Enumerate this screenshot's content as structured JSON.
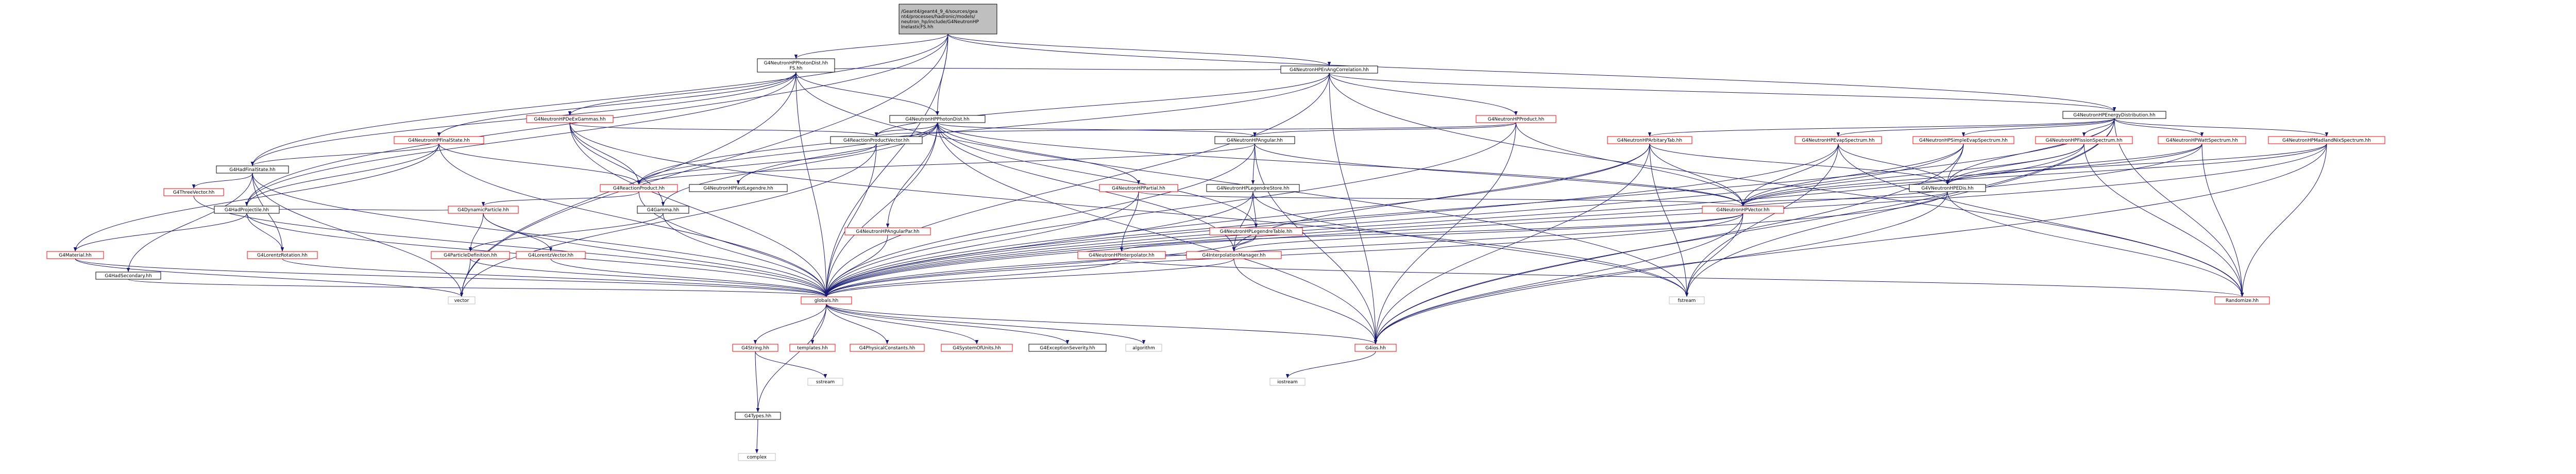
{
  "colors": {
    "edge": "#191970",
    "root_fill": "#bfbfbf",
    "doc_stroke": "#ff0000",
    "nodoc_stroke": "#000000",
    "text": "#000000",
    "system_text": "#000000",
    "system_stroke": "#bfbfbf"
  },
  "nodes": [
    {
      "id": "root",
      "kind": "root",
      "lines": [
        "/Geant4/geant4_9_4/sources/geant4/processes/hadronic/models/neutron_hp/include/G4NeutronHPInelasticFS.hh"
      ]
    },
    {
      "id": "photonuclear",
      "kind": "plain",
      "lines": [
        "G4NeutronHPPhotonDist.hh",
        "FS.hh"
      ]
    },
    {
      "id": "energyangular",
      "kind": "plain",
      "lines": [
        "G4NeutronHPEnAngCorrelation.hh"
      ]
    },
    {
      "id": "energydist",
      "kind": "plain",
      "lines": [
        "G4NeutronHPEnergyDistribution.hh"
      ]
    },
    {
      "id": "dexgamma",
      "kind": "doc",
      "lines": [
        "G4NeutronHPDeExGammas.hh"
      ]
    },
    {
      "id": "photondist",
      "kind": "plain",
      "lines": [
        "G4NeutronHPPhotonDist.hh"
      ]
    },
    {
      "id": "hpproduct",
      "kind": "doc",
      "lines": [
        "G4NeutronHPProduct.hh"
      ]
    },
    {
      "id": "finalstate",
      "kind": "doc",
      "lines": [
        "G4NeutronHPFinalState.hh"
      ]
    },
    {
      "id": "hadfinal",
      "kind": "plain",
      "lines": [
        "G4HadFinalState.hh"
      ]
    },
    {
      "id": "reactionvec",
      "kind": "plain",
      "lines": [
        "G4ReactionProductVector.hh"
      ]
    },
    {
      "id": "angular",
      "kind": "plain",
      "lines": [
        "G4NeutronHPAngular.hh"
      ]
    },
    {
      "id": "arbitab",
      "kind": "doc",
      "lines": [
        "G4NeutronHPArbitaryTab.hh"
      ]
    },
    {
      "id": "evapspec",
      "kind": "doc",
      "lines": [
        "G4NeutronHPEvapSpectrum.hh"
      ]
    },
    {
      "id": "simpleevap",
      "kind": "doc",
      "lines": [
        "G4NeutronHPSimpleEvapSpectrum.hh"
      ]
    },
    {
      "id": "fission",
      "kind": "doc",
      "lines": [
        "G4NeutronHPFissionSpectrum.hh"
      ]
    },
    {
      "id": "watt",
      "kind": "doc",
      "lines": [
        "G4NeutronHPWattSpectrum.hh"
      ]
    },
    {
      "id": "madland",
      "kind": "doc",
      "lines": [
        "G4NeutronHPMadlandNixSpectrum.hh"
      ]
    },
    {
      "id": "threevec",
      "kind": "doc",
      "lines": [
        "G4ThreeVector.hh"
      ]
    },
    {
      "id": "hadprojectile",
      "kind": "plain",
      "lines": [
        "G4HadProjectile.hh"
      ]
    },
    {
      "id": "reactionproduct",
      "kind": "doc",
      "lines": [
        "G4ReactionProduct.hh"
      ]
    },
    {
      "id": "fastlegendre",
      "kind": "plain",
      "lines": [
        "G4NeutronHPFastLegendre.hh"
      ]
    },
    {
      "id": "partial",
      "kind": "doc",
      "lines": [
        "G4NeutronHPPartial.hh"
      ]
    },
    {
      "id": "legendrestore",
      "kind": "plain",
      "lines": [
        "G4NeutronHPLegendreStore.hh"
      ]
    },
    {
      "id": "hpvector",
      "kind": "doc",
      "lines": [
        "G4NeutronHPVector.hh"
      ]
    },
    {
      "id": "vhpedis",
      "kind": "plain",
      "lines": [
        "G4VNeutronHPEDis.hh"
      ]
    },
    {
      "id": "material",
      "kind": "doc",
      "lines": [
        "G4Material.hh"
      ]
    },
    {
      "id": "lorentzrot",
      "kind": "doc",
      "lines": [
        "G4LorentzRotation.hh"
      ]
    },
    {
      "id": "dynamicparticle",
      "kind": "doc",
      "lines": [
        "G4DynamicParticle.hh"
      ]
    },
    {
      "id": "gamma",
      "kind": "plain",
      "lines": [
        "G4Gamma.hh"
      ]
    },
    {
      "id": "angularpar",
      "kind": "doc",
      "lines": [
        "G4NeutronHPAngularPar.hh"
      ]
    },
    {
      "id": "legendretable",
      "kind": "doc",
      "lines": [
        "G4NeutronHPLegendreTable.hh"
      ]
    },
    {
      "id": "hadsecondary",
      "kind": "plain",
      "lines": [
        "G4HadSecondary.hh"
      ]
    },
    {
      "id": "particledef",
      "kind": "doc",
      "lines": [
        "G4ParticleDefinition.hh"
      ]
    },
    {
      "id": "lorentzvec",
      "kind": "doc",
      "lines": [
        "G4LorentzVector.hh"
      ]
    },
    {
      "id": "interpolator",
      "kind": "doc",
      "lines": [
        "G4NeutronHPInterpolator.hh"
      ]
    },
    {
      "id": "interpmanager",
      "kind": "doc",
      "lines": [
        "G4InterpolationManager.hh"
      ]
    },
    {
      "id": "vector",
      "kind": "system",
      "lines": [
        "vector"
      ]
    },
    {
      "id": "globals",
      "kind": "doc",
      "lines": [
        "globals.hh"
      ]
    },
    {
      "id": "fstream",
      "kind": "system",
      "lines": [
        "fstream"
      ]
    },
    {
      "id": "randomize",
      "kind": "doc",
      "lines": [
        "Randomize.hh"
      ]
    },
    {
      "id": "g4ios",
      "kind": "doc",
      "lines": [
        "G4ios.hh"
      ]
    },
    {
      "id": "g4string",
      "kind": "doc",
      "lines": [
        "G4String.hh"
      ]
    },
    {
      "id": "templates",
      "kind": "doc",
      "lines": [
        "templates.hh"
      ]
    },
    {
      "id": "physconst",
      "kind": "doc",
      "lines": [
        "G4PhysicalConstants.hh"
      ]
    },
    {
      "id": "systemofunits",
      "kind": "doc",
      "lines": [
        "G4SystemOfUnits.hh"
      ]
    },
    {
      "id": "exceptionsev",
      "kind": "plain",
      "lines": [
        "G4ExceptionSeverity.hh"
      ]
    },
    {
      "id": "algorithm",
      "kind": "system",
      "lines": [
        "algorithm"
      ]
    },
    {
      "id": "iostream",
      "kind": "system",
      "lines": [
        "iostream"
      ]
    },
    {
      "id": "sstream",
      "kind": "system",
      "lines": [
        "sstream"
      ]
    },
    {
      "id": "g4types",
      "kind": "plain",
      "lines": [
        "G4Types.hh"
      ]
    },
    {
      "id": "complex",
      "kind": "system",
      "lines": [
        "complex"
      ]
    }
  ],
  "edges": [
    [
      "root",
      "photonuclear"
    ],
    [
      "root",
      "energyangular"
    ],
    [
      "root",
      "energydist"
    ],
    [
      "root",
      "photondist"
    ],
    [
      "root",
      "hadfinal"
    ],
    [
      "root",
      "hadprojectile"
    ],
    [
      "root",
      "globals"
    ],
    [
      "root",
      "vector"
    ],
    [
      "photonuclear",
      "energyangular"
    ],
    [
      "photonuclear",
      "photondist"
    ],
    [
      "photonuclear",
      "dexgamma"
    ],
    [
      "photonuclear",
      "finalstate"
    ],
    [
      "photonuclear",
      "hadfinal"
    ],
    [
      "photonuclear",
      "hadprojectile"
    ],
    [
      "photonuclear",
      "globals"
    ],
    [
      "photonuclear",
      "vector"
    ],
    [
      "photonuclear",
      "fstream"
    ],
    [
      "energyangular",
      "hpproduct"
    ],
    [
      "energyangular",
      "energydist"
    ],
    [
      "energyangular",
      "globals"
    ],
    [
      "energyangular",
      "reactionvec"
    ],
    [
      "energyangular",
      "reactionproduct"
    ],
    [
      "energyangular",
      "randomize"
    ],
    [
      "energyangular",
      "g4ios"
    ],
    [
      "energydist",
      "arbitab"
    ],
    [
      "energydist",
      "evapspec"
    ],
    [
      "energydist",
      "simpleevap"
    ],
    [
      "energydist",
      "fission"
    ],
    [
      "energydist",
      "watt"
    ],
    [
      "energydist",
      "madland"
    ],
    [
      "energydist",
      "vhpedis"
    ],
    [
      "energydist",
      "g4ios"
    ],
    [
      "energydist",
      "fstream"
    ],
    [
      "energydist",
      "randomize"
    ],
    [
      "energydist",
      "globals"
    ],
    [
      "dexgamma",
      "reactionvec"
    ],
    [
      "dexgamma",
      "gamma"
    ],
    [
      "dexgamma",
      "reactionproduct"
    ],
    [
      "dexgamma",
      "globals"
    ],
    [
      "dexgamma",
      "fstream"
    ],
    [
      "photondist",
      "angular"
    ],
    [
      "photondist",
      "reactionvec"
    ],
    [
      "photondist",
      "reactionproduct"
    ],
    [
      "photondist",
      "partial"
    ],
    [
      "photondist",
      "angularpar"
    ],
    [
      "photondist",
      "fastlegendre"
    ],
    [
      "photondist",
      "gamma"
    ],
    [
      "photondist",
      "globals"
    ],
    [
      "photondist",
      "hpvector"
    ],
    [
      "photondist",
      "interpmanager"
    ],
    [
      "photondist",
      "legendretable"
    ],
    [
      "photondist",
      "g4ios"
    ],
    [
      "hpproduct",
      "angular"
    ],
    [
      "hpproduct",
      "reactionvec"
    ],
    [
      "hpproduct",
      "hpvector"
    ],
    [
      "hpproduct",
      "globals"
    ],
    [
      "hpproduct",
      "g4ios"
    ],
    [
      "finalstate",
      "hadfinal"
    ],
    [
      "finalstate",
      "hadprojectile"
    ],
    [
      "finalstate",
      "reactionproduct"
    ],
    [
      "finalstate",
      "material"
    ],
    [
      "finalstate",
      "globals"
    ],
    [
      "hadfinal",
      "threevec"
    ],
    [
      "hadfinal",
      "lorentzrot"
    ],
    [
      "hadfinal",
      "hadsecondary"
    ],
    [
      "hadfinal",
      "globals"
    ],
    [
      "hadfinal",
      "vector"
    ],
    [
      "reactionvec",
      "reactionproduct"
    ],
    [
      "reactionvec",
      "vector"
    ],
    [
      "reactionvec",
      "globals"
    ],
    [
      "angular",
      "legendrestore"
    ],
    [
      "angular",
      "reactionproduct"
    ],
    [
      "angular",
      "globals"
    ],
    [
      "angular",
      "hpvector"
    ],
    [
      "angular",
      "g4ios"
    ],
    [
      "arbitab",
      "vhpedis"
    ],
    [
      "arbitab",
      "hpvector"
    ],
    [
      "arbitab",
      "interpmanager"
    ],
    [
      "arbitab",
      "globals"
    ],
    [
      "arbitab",
      "g4ios"
    ],
    [
      "arbitab",
      "fstream"
    ],
    [
      "evapspec",
      "vhpedis"
    ],
    [
      "evapspec",
      "hpvector"
    ],
    [
      "evapspec",
      "globals"
    ],
    [
      "evapspec",
      "randomize"
    ],
    [
      "evapspec",
      "fstream"
    ],
    [
      "simpleevap",
      "vhpedis"
    ],
    [
      "simpleevap",
      "hpvector"
    ],
    [
      "simpleevap",
      "globals"
    ],
    [
      "simpleevap",
      "g4ios"
    ],
    [
      "fission",
      "vhpedis"
    ],
    [
      "fission",
      "hpvector"
    ],
    [
      "fission",
      "globals"
    ],
    [
      "fission",
      "randomize"
    ],
    [
      "watt",
      "vhpedis"
    ],
    [
      "watt",
      "hpvector"
    ],
    [
      "watt",
      "globals"
    ],
    [
      "watt",
      "randomize"
    ],
    [
      "madland",
      "vhpedis"
    ],
    [
      "madland",
      "hpvector"
    ],
    [
      "madland",
      "globals"
    ],
    [
      "madland",
      "randomize"
    ],
    [
      "madland",
      "g4ios"
    ],
    [
      "threevec",
      "globals"
    ],
    [
      "hadprojectile",
      "material"
    ],
    [
      "hadprojectile",
      "dynamicparticle"
    ],
    [
      "hadprojectile",
      "lorentzrot"
    ],
    [
      "hadprojectile",
      "globals"
    ],
    [
      "reactionproduct",
      "dynamicparticle"
    ],
    [
      "reactionproduct",
      "globals"
    ],
    [
      "partial",
      "hpvector"
    ],
    [
      "partial",
      "interpolator"
    ],
    [
      "partial",
      "globals"
    ],
    [
      "legendrestore",
      "legendretable"
    ],
    [
      "legendrestore",
      "interpmanager"
    ],
    [
      "legendrestore",
      "globals"
    ],
    [
      "legendrestore",
      "fstream"
    ],
    [
      "hpvector",
      "interpolator"
    ],
    [
      "hpvector",
      "interpmanager"
    ],
    [
      "hpvector",
      "globals"
    ],
    [
      "hpvector",
      "g4ios"
    ],
    [
      "hpvector",
      "fstream"
    ],
    [
      "vhpedis",
      "hpvector"
    ],
    [
      "vhpedis",
      "globals"
    ],
    [
      "vhpedis",
      "randomize"
    ],
    [
      "vhpedis",
      "g4ios"
    ],
    [
      "material",
      "globals"
    ],
    [
      "material",
      "vector"
    ],
    [
      "lorentzrot",
      "globals"
    ],
    [
      "dynamicparticle",
      "particledef"
    ],
    [
      "dynamicparticle",
      "lorentzvec"
    ],
    [
      "dynamicparticle",
      "globals"
    ],
    [
      "gamma",
      "particledef"
    ],
    [
      "gamma",
      "globals"
    ],
    [
      "angularpar",
      "globals"
    ],
    [
      "legendretable",
      "interpmanager"
    ],
    [
      "legendretable",
      "globals"
    ],
    [
      "hadsecondary",
      "globals"
    ],
    [
      "particledef",
      "globals"
    ],
    [
      "particledef",
      "vector"
    ],
    [
      "lorentzvec",
      "globals"
    ],
    [
      "interpolator",
      "interpmanager"
    ],
    [
      "interpolator",
      "globals"
    ],
    [
      "interpolator",
      "randomize"
    ],
    [
      "interpmanager",
      "globals"
    ],
    [
      "interpmanager",
      "g4ios"
    ],
    [
      "globals",
      "g4string"
    ],
    [
      "globals",
      "templates"
    ],
    [
      "globals",
      "physconst"
    ],
    [
      "globals",
      "systemofunits"
    ],
    [
      "globals",
      "exceptionsev"
    ],
    [
      "globals",
      "algorithm"
    ],
    [
      "globals",
      "g4ios"
    ],
    [
      "globals",
      "g4types"
    ],
    [
      "g4ios",
      "iostream"
    ],
    [
      "g4string",
      "sstream"
    ],
    [
      "g4string",
      "g4types"
    ],
    [
      "g4types",
      "complex"
    ]
  ]
}
